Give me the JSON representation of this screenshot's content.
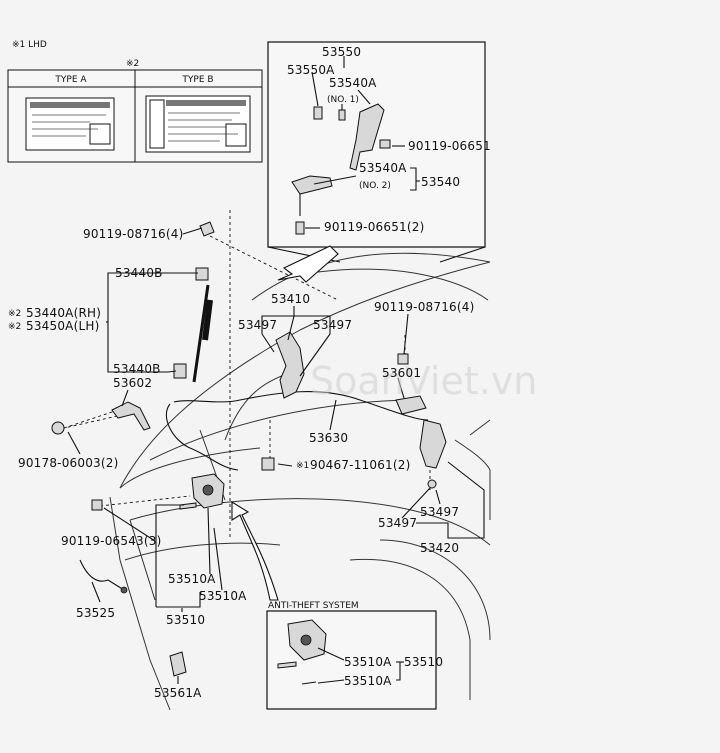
{
  "notes": {
    "lhd": "※1 LHD",
    "mark2": "※2"
  },
  "types": {
    "type_a": "TYPE A",
    "type_b": "TYPE B"
  },
  "watermark": "SoanViet.vn",
  "labels": {
    "p53550": "53550",
    "p53550A": "53550A",
    "p53540A_1": "53540A",
    "no1": "(NO. 1)",
    "p90119_06651": "90119-06651",
    "p53540A_2": "53540A",
    "no2": "(NO. 2)",
    "p53540": "53540",
    "p90119_06651_2": "90119-06651(2)",
    "p90119_08716_4_left": "90119-08716(4)",
    "p53440B_top": "53440B",
    "p53410": "53410",
    "p90119_08716_4_right": "90119-08716(4)",
    "m53440A": "※2",
    "p53440A": "53440A(RH)",
    "m53450A": "※2",
    "p53450A": "53450A(LH)",
    "p53497_a": "53497",
    "p53497_b": "53497",
    "p53440B_bottom": "53440B",
    "p53602": "53602",
    "p53601": "53601",
    "p90178": "90178-06003(2)",
    "p53630": "53630",
    "m90467": "※1",
    "p90467": "90467-11061(2)",
    "p90119_06543": "90119-06543(3)",
    "p53497_c": "53497",
    "p53497_d": "53497",
    "p53420": "53420",
    "p53510A_a": "53510A",
    "p53510A_b": "53510A",
    "p53525": "53525",
    "p53510": "53510",
    "anti_theft": "ANTI-THEFT SYSTEM",
    "p53510A_c": "53510A",
    "p53510A_d": "53510A",
    "p53510_box": "53510",
    "p53561A": "53561A"
  }
}
